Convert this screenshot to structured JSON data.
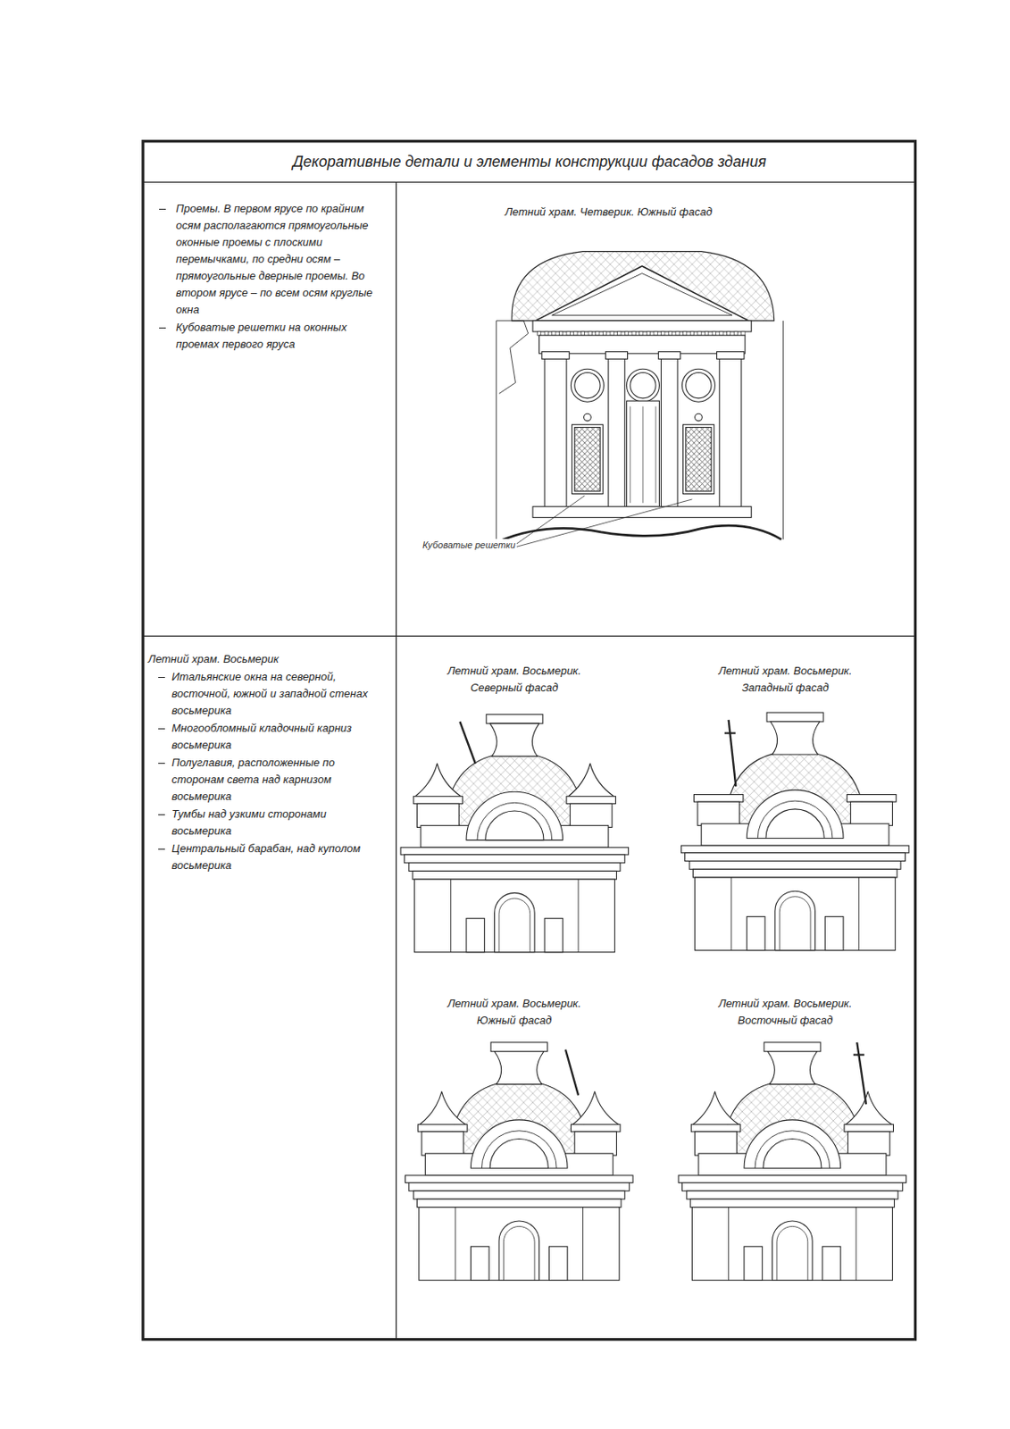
{
  "diagram": {
    "title": "Декоративные детали и элементы конструкции фасадов здания",
    "nodes": [
      {
        "text": [
          "Проемы. В первом ярусе по крайним осям располагаются прямоугольные оконные проемы с плоскими перемычками, по средни осям – прямоугольные дверные проемы. Во втором ярусе – по всем осям круглые окна",
          "Кубоватые решетки на оконных проемах первого яруса"
        ]
      },
      {
        "text": [
          "Летний храм. Четверик. Южный фасад"
        ]
      },
      {
        "text": [
          "Летний храм. Восьмерик",
          "Итальянские окна на северной, восточной, южной и западной стенах восьмерика",
          "Многообломный кладочный карниз восьмерика",
          "Полуглавия, расположенные по сторонам света над карнизом восьмерика",
          "Тумбы над узкими сторонами восьмерика",
          "Центральный барабан, над куполом восьмерика"
        ]
      },
      {
        "text": [
          "Летний храм. Восьмерик. Северный фасад",
          "Летний храм. Восьмерик. Западный фасад",
          "Летний храм. Восьмерик. Южный фасад",
          "Летний храм. Восьмерик. Восточный фасад"
        ]
      }
    ],
    "labels": [
      "Кубоватые решетки"
    ]
  }
}
